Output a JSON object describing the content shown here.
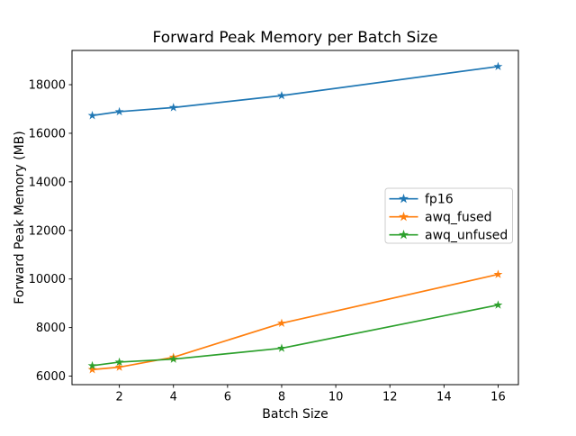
{
  "chart_data": {
    "type": "line",
    "title": "Forward Peak Memory per Batch Size",
    "xlabel": "Batch Size",
    "ylabel": "Forward Peak Memory (MB)",
    "x": [
      1,
      2,
      4,
      8,
      16
    ],
    "series": [
      {
        "name": "fp16",
        "color": "#1f77b4",
        "marker": "star",
        "values": [
          16730,
          16890,
          17060,
          17550,
          18750
        ]
      },
      {
        "name": "awq_fused",
        "color": "#ff7f0e",
        "marker": "star",
        "values": [
          6270,
          6370,
          6780,
          8180,
          10190
        ]
      },
      {
        "name": "awq_unfused",
        "color": "#2ca02c",
        "marker": "star",
        "values": [
          6430,
          6580,
          6700,
          7150,
          8930
        ]
      }
    ],
    "xlim": [
      0.25,
      16.75
    ],
    "ylim": [
      5650,
      19410
    ],
    "xticks": [
      2,
      4,
      6,
      8,
      10,
      12,
      14,
      16
    ],
    "yticks": [
      6000,
      8000,
      10000,
      12000,
      14000,
      16000,
      18000
    ],
    "grid": false,
    "axis_color": "#000000",
    "text_color": "#000000",
    "background": "#ffffff",
    "legend": {
      "position": "center-right",
      "border_color": "#cccccc",
      "background": "#ffffff"
    }
  }
}
